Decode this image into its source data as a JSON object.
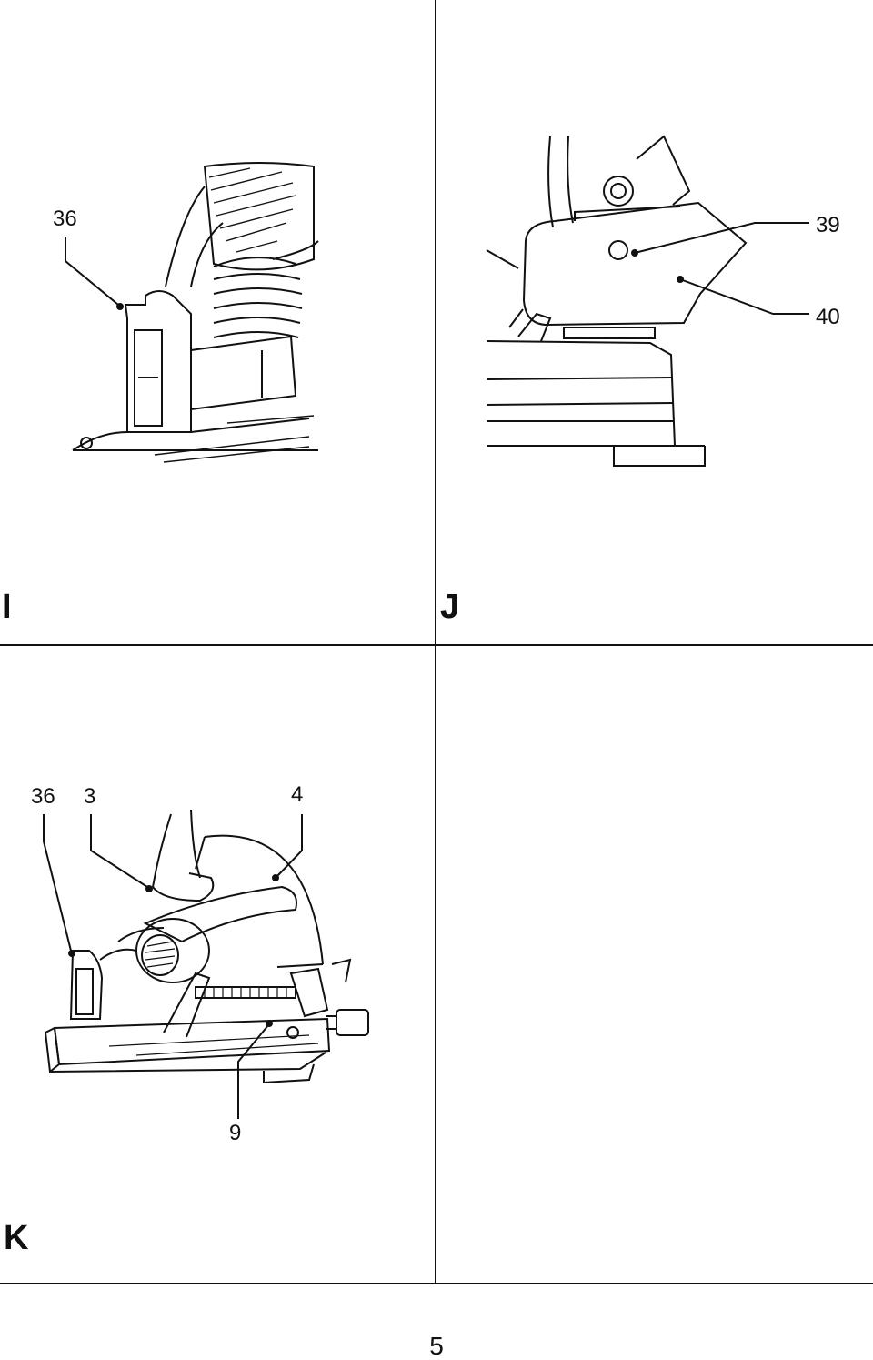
{
  "panels": {
    "I": {
      "letter": "I",
      "callouts": [
        "36"
      ]
    },
    "J": {
      "letter": "J",
      "callouts": [
        "39",
        "40"
      ]
    },
    "K": {
      "letter": "K",
      "callouts": [
        "36",
        "3",
        "4",
        "9"
      ]
    }
  },
  "page_number": "5"
}
